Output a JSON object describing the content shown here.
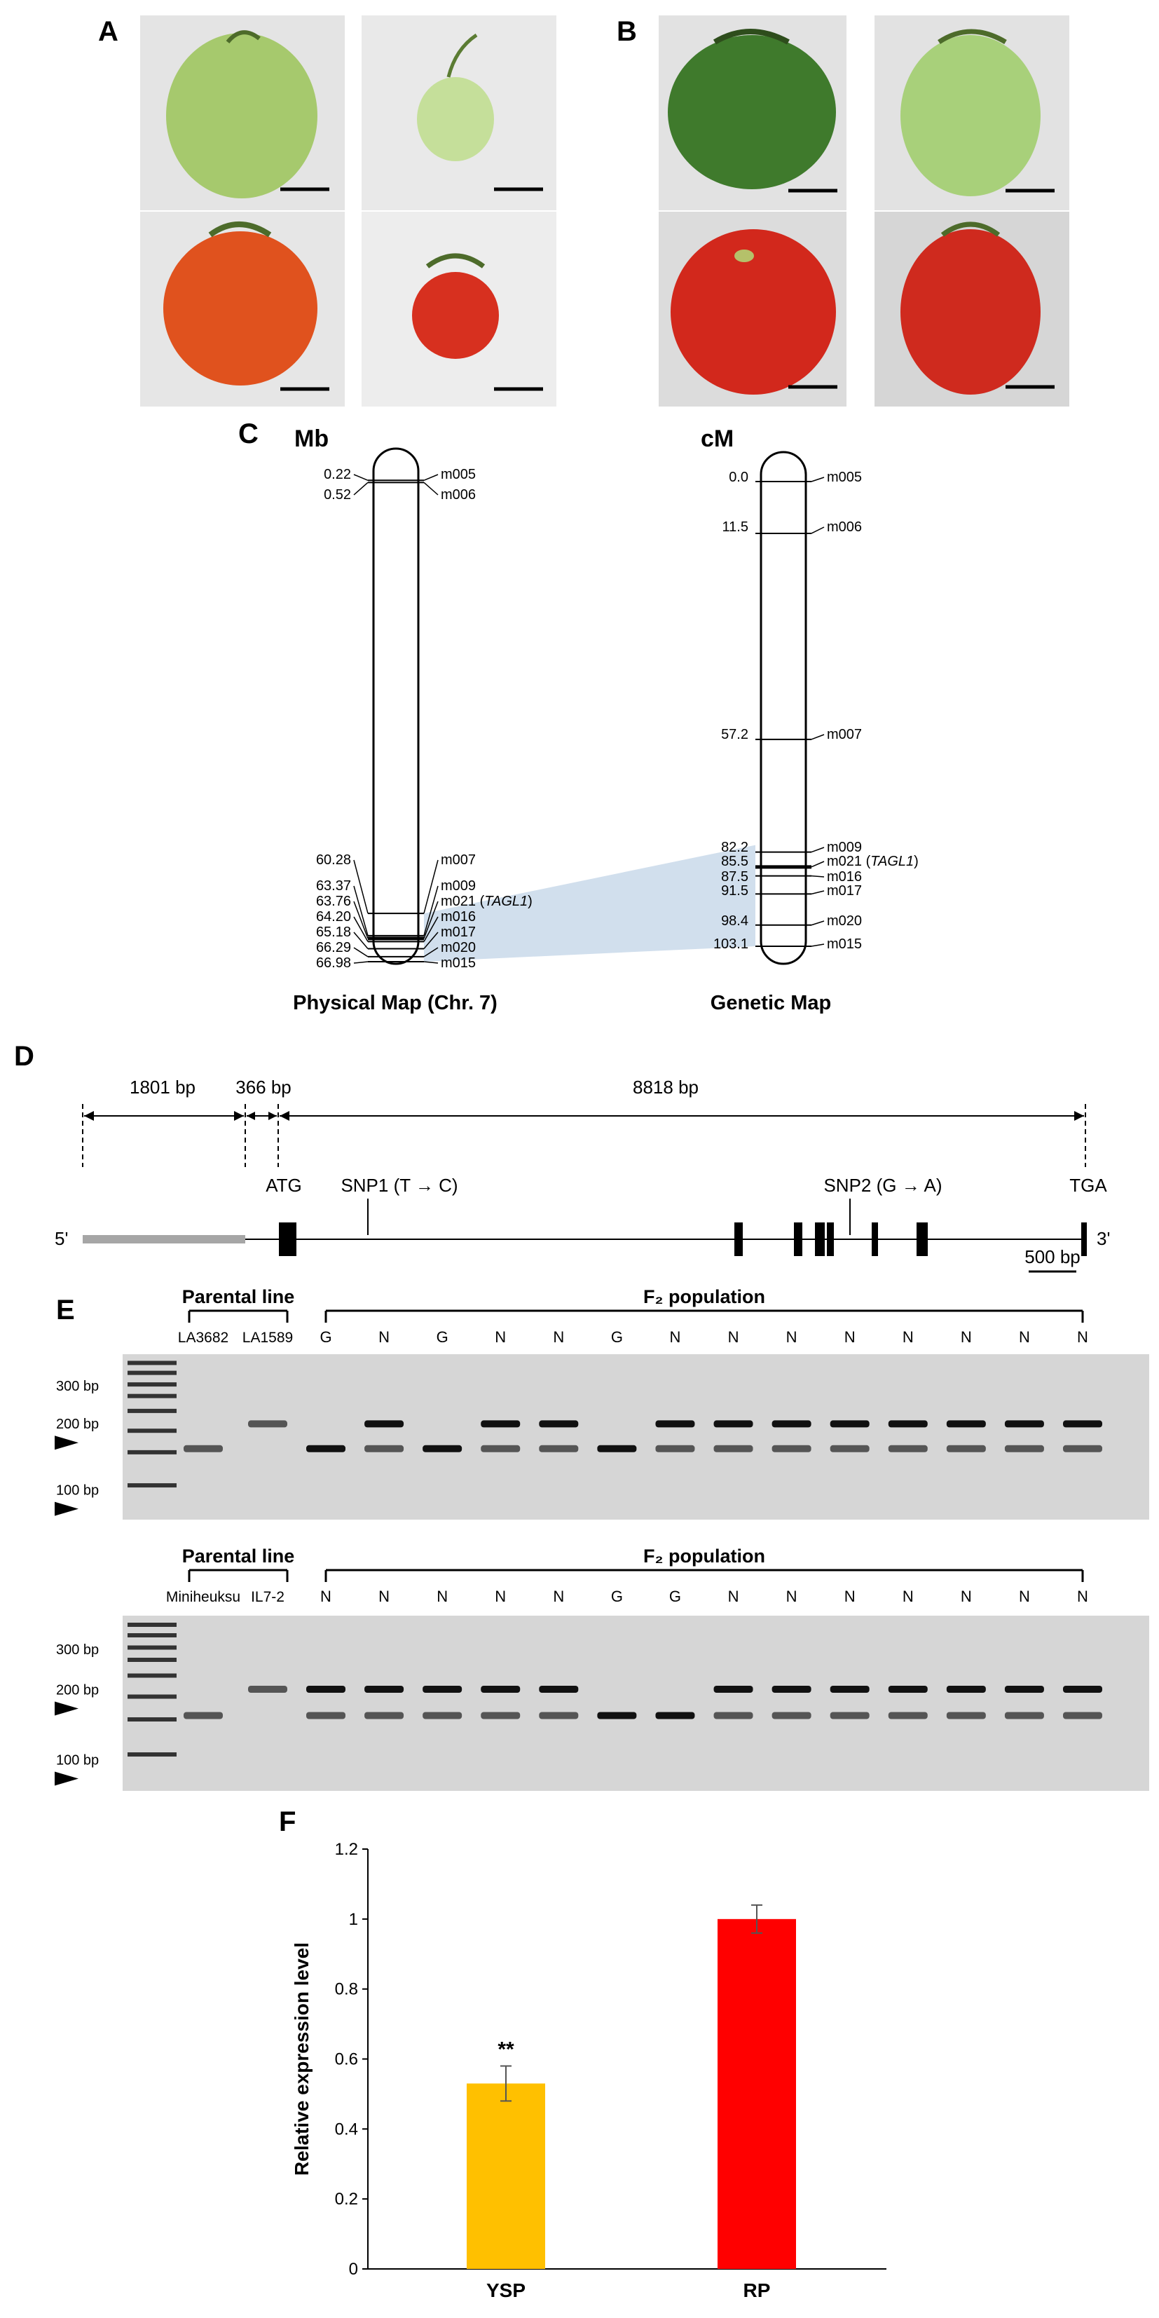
{
  "panel_labels": {
    "A": "A",
    "B": "B",
    "C": "C",
    "D": "D",
    "E": "E",
    "F": "F"
  },
  "colors": {
    "green_fruit": "#9cc46a",
    "dark_green_fruit": "#3f7a2c",
    "red_fruit": "#d7301f",
    "orange_fruit": "#e0521e",
    "bar_ysp": "#ffc000",
    "bar_rp": "#ff0000",
    "highlight": "#c9d9ea",
    "gel_bg": "#d6d6d6"
  },
  "map": {
    "physical_unit": "Mb",
    "genetic_unit": "cM",
    "physical_title": "Physical Map (Chr. 7)",
    "genetic_title": "Genetic Map",
    "physical_markers": [
      {
        "pos": "0.22",
        "name": "m005",
        "v": 0.22
      },
      {
        "pos": "0.52",
        "name": "m006",
        "v": 0.52
      },
      {
        "pos": "60.28",
        "name": "m007",
        "v": 60.28
      },
      {
        "pos": "63.37",
        "name": "m009",
        "v": 63.37
      },
      {
        "pos": "63.76",
        "name": "m021",
        "v": 63.76,
        "gene": "TAGL1"
      },
      {
        "pos": "64.20",
        "name": "m016",
        "v": 64.2
      },
      {
        "pos": "65.18",
        "name": "m017",
        "v": 65.18
      },
      {
        "pos": "66.29",
        "name": "m020",
        "v": 66.29
      },
      {
        "pos": "66.98",
        "name": "m015",
        "v": 66.98
      }
    ],
    "genetic_markers": [
      {
        "pos": "0.0",
        "name": "m005",
        "v": 0.0
      },
      {
        "pos": "11.5",
        "name": "m006",
        "v": 11.5
      },
      {
        "pos": "57.2",
        "name": "m007",
        "v": 57.2
      },
      {
        "pos": "82.2",
        "name": "m009",
        "v": 82.2
      },
      {
        "pos": "85.5",
        "name": "m021",
        "v": 85.5,
        "gene": "TAGL1"
      },
      {
        "pos": "87.5",
        "name": "m016",
        "v": 87.5
      },
      {
        "pos": "91.5",
        "name": "m017",
        "v": 91.5
      },
      {
        "pos": "98.4",
        "name": "m020",
        "v": 98.4
      },
      {
        "pos": "103.1",
        "name": "m015",
        "v": 103.1
      }
    ]
  },
  "gene": {
    "len1": "1801 bp",
    "len2": "366 bp",
    "len3": "8818 bp",
    "five": "5'",
    "three": "3'",
    "atg": "ATG",
    "tga": "TGA",
    "snp1": "SNP1 (T → C)",
    "snp2": "SNP2 (G → A)",
    "scale": "500 bp"
  },
  "gels": [
    {
      "parental_label": "Parental line",
      "population_label": "F₂ population",
      "parents": [
        "LA3682",
        "LA1589"
      ],
      "lanes": [
        "G",
        "N",
        "G",
        "N",
        "N",
        "G",
        "N",
        "N",
        "N",
        "N",
        "N",
        "N",
        "N",
        "N"
      ],
      "ladder": [
        "300 bp",
        "200 bp",
        "100 bp"
      ]
    },
    {
      "parental_label": "Parental line",
      "population_label": "F₂ population",
      "parents": [
        "Miniheuksu",
        "IL7-2"
      ],
      "lanes": [
        "N",
        "N",
        "N",
        "N",
        "N",
        "G",
        "G",
        "N",
        "N",
        "N",
        "N",
        "N",
        "N",
        "N"
      ],
      "ladder": [
        "300 bp",
        "200 bp",
        "100 bp"
      ]
    }
  ],
  "chart_data": {
    "type": "bar",
    "categories": [
      "YSP",
      "RP"
    ],
    "values": [
      0.53,
      1.0
    ],
    "errors": [
      0.05,
      0.04
    ],
    "ylabel": "Relative expression level",
    "ylim": [
      0,
      1.2
    ],
    "yticks": [
      "0",
      "0.2",
      "0.4",
      "0.6",
      "0.8",
      "1",
      "1.2"
    ],
    "annotation": "**",
    "colors": [
      "#ffc000",
      "#ff0000"
    ]
  }
}
